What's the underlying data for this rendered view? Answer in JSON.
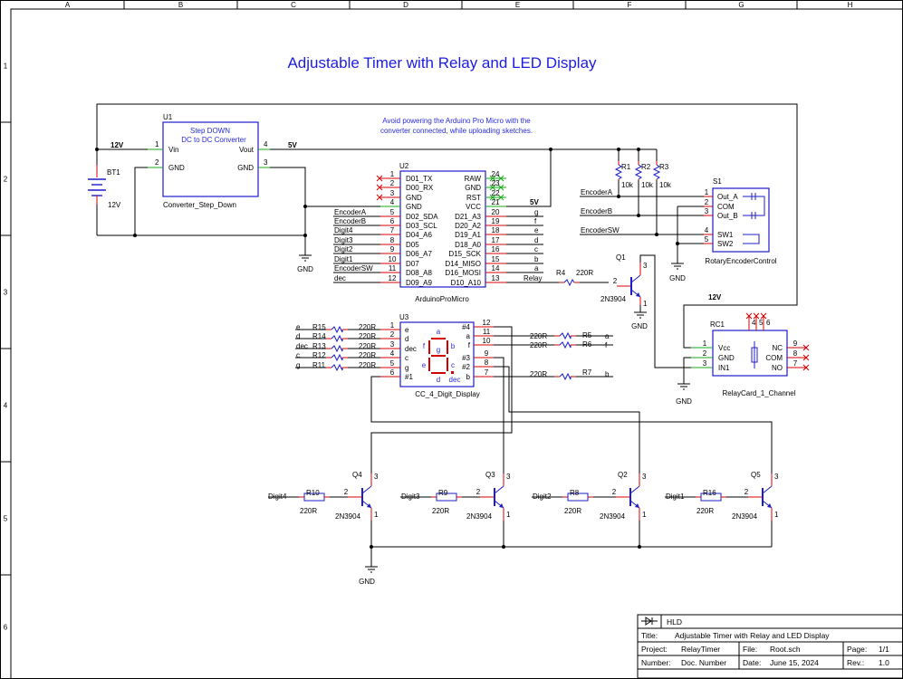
{
  "sheet": {
    "title": "Adjustable Timer with Relay and LED Display",
    "columns": [
      "A",
      "B",
      "C",
      "D",
      "E",
      "F",
      "G",
      "H"
    ],
    "rows": [
      "1",
      "2",
      "3",
      "4",
      "5",
      "6"
    ],
    "note": [
      "Avoid powering the Arduino Pro Micro with the",
      "converter connected, while uploading sketches."
    ]
  },
  "parts": {
    "u1": {
      "ref": "U1",
      "title1": "Step DOWN",
      "title2": "DC to DC Converter",
      "name": "Converter_Step_Down",
      "vin": "Vin",
      "gnd": "GND",
      "vout": "Vout",
      "gnd2": "GND",
      "p1": "1",
      "p2": "2",
      "p3": "3",
      "p4": "4"
    },
    "bt1": {
      "ref": "BT1",
      "value": "12V"
    },
    "u2": {
      "ref": "U2",
      "name": "ArduinoProMicro",
      "left": [
        [
          "1",
          "D01_TX"
        ],
        [
          "2",
          "D00_RX"
        ],
        [
          "3",
          "GND"
        ],
        [
          "4",
          "GND"
        ],
        [
          "5",
          "D02_SDA"
        ],
        [
          "6",
          "D03_SCL"
        ],
        [
          "7",
          "D04_A6"
        ],
        [
          "8",
          "D05"
        ],
        [
          "9",
          "D06_A7"
        ],
        [
          "10",
          "D07"
        ],
        [
          "11",
          "D08_A8"
        ],
        [
          "12",
          "D09_A9"
        ]
      ],
      "right": [
        [
          "24",
          "RAW"
        ],
        [
          "23",
          "GND"
        ],
        [
          "22",
          "RST"
        ],
        [
          "21",
          "VCC"
        ],
        [
          "20",
          "D21_A3"
        ],
        [
          "19",
          "D20_A2"
        ],
        [
          "18",
          "D19_A1"
        ],
        [
          "17",
          "D18_A0"
        ],
        [
          "16",
          "D15_SCK"
        ],
        [
          "15",
          "D14_MISO"
        ],
        [
          "14",
          "D16_MOSI"
        ],
        [
          "13",
          "D10_A10"
        ]
      ]
    },
    "u3": {
      "ref": "U3",
      "name": "CC_4_Digit_Display",
      "left": [
        [
          "1",
          "e"
        ],
        [
          "2",
          "d"
        ],
        [
          "3",
          "dec"
        ],
        [
          "4",
          "c"
        ],
        [
          "5",
          "g"
        ],
        [
          "6",
          "#1"
        ]
      ],
      "right": [
        [
          "12",
          "#4"
        ],
        [
          "11",
          "a"
        ],
        [
          "10",
          "f"
        ],
        [
          "9",
          "#3"
        ],
        [
          "8",
          "#2"
        ],
        [
          "7",
          "b"
        ]
      ],
      "seg": {
        "a": "a",
        "b": "b",
        "c": "c",
        "d": "d",
        "e": "e",
        "f": "f",
        "g": "g",
        "dec": "dec"
      }
    },
    "s1": {
      "ref": "S1",
      "name": "RotaryEncoderControl",
      "pins": [
        [
          "1",
          "Out_A"
        ],
        [
          "2",
          "COM"
        ],
        [
          "3",
          "Out_B"
        ],
        [
          "4",
          "SW1"
        ],
        [
          "5",
          "SW2"
        ]
      ]
    },
    "rc1": {
      "ref": "RC1",
      "name": "RelayCard_1_Channel",
      "left": [
        [
          "1",
          "Vcc"
        ],
        [
          "2",
          "GND"
        ],
        [
          "3",
          "IN1"
        ]
      ],
      "right": [
        [
          "9",
          "NC"
        ],
        [
          "8",
          "COM"
        ],
        [
          "7",
          "NO"
        ]
      ],
      "top": [
        "4",
        "5",
        "6"
      ]
    },
    "q1": {
      "ref": "Q1",
      "type": "2N3904"
    },
    "q2": {
      "ref": "Q2",
      "type": "2N3904"
    },
    "q3": {
      "ref": "Q3",
      "type": "2N3904"
    },
    "q4": {
      "ref": "Q4",
      "type": "2N3904"
    },
    "q5": {
      "ref": "Q5",
      "type": "2N3904"
    },
    "resistors": {
      "r1": {
        "ref": "R1",
        "value": "10k"
      },
      "r2": {
        "ref": "R2",
        "value": "10k"
      },
      "r3": {
        "ref": "R3",
        "value": "10k"
      },
      "r4": {
        "ref": "R4",
        "value": "220R"
      },
      "r5": {
        "ref": "R5",
        "value": "220R"
      },
      "r6": {
        "ref": "R6",
        "value": "220R"
      },
      "r7": {
        "ref": "R7",
        "value": "220R"
      },
      "r8": {
        "ref": "R8",
        "value": "220R"
      },
      "r9": {
        "ref": "R9",
        "value": "220R"
      },
      "r10": {
        "ref": "R10",
        "value": "220R"
      },
      "r11": {
        "ref": "R11",
        "value": "220R"
      },
      "r12": {
        "ref": "R12",
        "value": "220R"
      },
      "r13": {
        "ref": "R13",
        "value": "220R"
      },
      "r14": {
        "ref": "R14",
        "value": "220R"
      },
      "r15": {
        "ref": "R15",
        "value": "220R"
      },
      "r16": {
        "ref": "R16",
        "value": "220R"
      }
    }
  },
  "nets": {
    "v12": "12V",
    "v5": "5V",
    "gnd": "GND",
    "encA": "EncoderA",
    "encB": "EncoderB",
    "encSW": "EncoderSW",
    "digit1": "Digit1",
    "digit2": "Digit2",
    "digit3": "Digit3",
    "digit4": "Digit4",
    "dec": "dec",
    "relay": "Relay",
    "a": "a",
    "b": "b",
    "c": "c",
    "d": "d",
    "e": "e",
    "f": "f",
    "g": "g"
  },
  "titleblock": {
    "kind": "HLD",
    "title_label": "Title:",
    "title": "Adjustable Timer with Relay and LED Display",
    "project_label": "Project:",
    "project": "RelayTimer",
    "file_label": "File:",
    "file": "Root.sch",
    "page_label": "Page:",
    "page": "1/1",
    "number_label": "Number:",
    "number": "Doc. Number",
    "date_label": "Date:",
    "date": "June 15, 2024",
    "rev_label": "Rev.:",
    "rev": "1.0"
  },
  "colors": {
    "wire": "#000000",
    "pin": "#d40000",
    "pin_ok": "#17a817",
    "body": "#1c1cc8",
    "text_blue": "#2a2adc",
    "title_blue": "#1c1ce0"
  }
}
